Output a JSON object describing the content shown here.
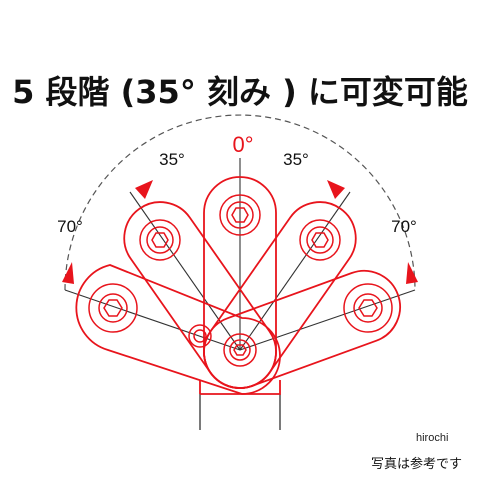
{
  "heading": "5 段階 (35° 刻み ) に可変可能",
  "angles": {
    "zero": "0°",
    "left_35": "35°",
    "right_35": "35°",
    "left_70": "70°",
    "right_70": "70°"
  },
  "watermark": "hirochi",
  "note": "写真は参考です",
  "colors": {
    "accent": "#e8141c",
    "line": "#333333",
    "text": "#111111"
  }
}
